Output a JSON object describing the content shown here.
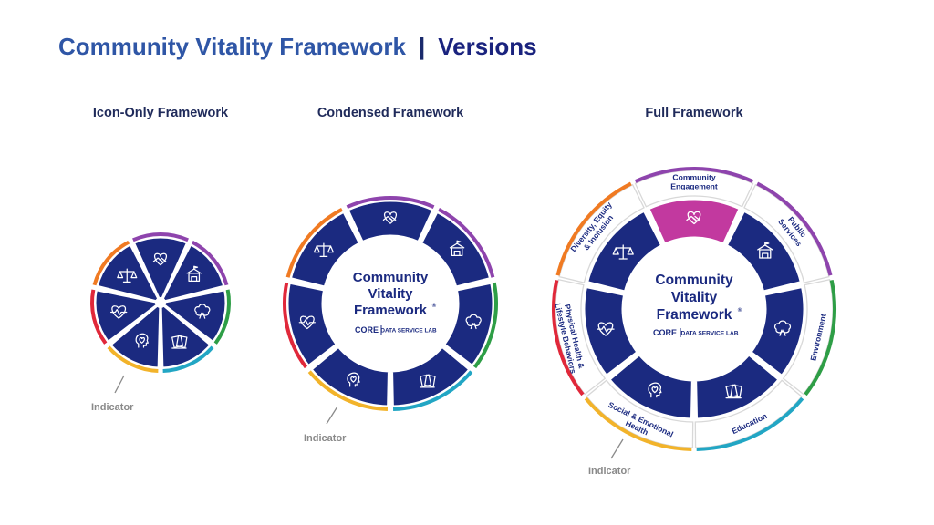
{
  "title": {
    "main": "Community Vitality Framework",
    "separator": "|",
    "versions": "Versions"
  },
  "versions": {
    "icon_only": "Icon-Only Framework",
    "condensed": "Condensed Framework",
    "full": "Full Framework"
  },
  "center": {
    "line1": "Community",
    "line2": "Vitality",
    "line3": "Framework",
    "trademark": "®",
    "brand_core": "CORE",
    "brand_lab": "DATA SERVICE LAB"
  },
  "indicator_label": "Indicator",
  "domains": [
    {
      "key": "community-engagement",
      "label": [
        "Community",
        "Engagement"
      ],
      "color": "#8e44ad",
      "icon": "handshake-heart-icon"
    },
    {
      "key": "public-services",
      "label": [
        "Public",
        "Services"
      ],
      "color": "#8e44ad",
      "icon": "building-icon"
    },
    {
      "key": "environment",
      "label": [
        "Environment"
      ],
      "color": "#2e9e46",
      "icon": "tree-icon"
    },
    {
      "key": "education",
      "label": [
        "Education"
      ],
      "color": "#22a6c4",
      "icon": "books-icon"
    },
    {
      "key": "social-emotional-health",
      "label": [
        "Social & Emotional",
        "Health"
      ],
      "color": "#f2b32a",
      "icon": "head-heart-icon"
    },
    {
      "key": "physical-health",
      "label": [
        "Physical Health &",
        "Lifestyle Behaviors"
      ],
      "color": "#e0283a",
      "icon": "heartbeat-icon"
    },
    {
      "key": "diversity-equity-inclusion",
      "label": [
        "Diversity, Equity",
        "& Inclusion"
      ],
      "color": "#f07a22",
      "icon": "scales-icon"
    }
  ],
  "colors": {
    "navy": "#1b2a80",
    "highlight": "#c2399f",
    "title_blue": "#2f56a6"
  }
}
